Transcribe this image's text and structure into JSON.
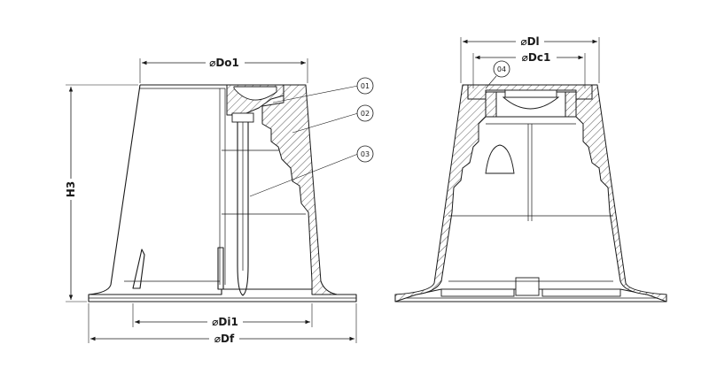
{
  "dimensions": {
    "do1": "Do1",
    "dl": "Dl",
    "dc1": "Dc1",
    "h3": "H3",
    "di1": "Di1",
    "df": "Df",
    "diameter_symbol": "⌀"
  },
  "callouts": {
    "c01": "01",
    "c02": "02",
    "c03": "03",
    "c04": "04"
  }
}
